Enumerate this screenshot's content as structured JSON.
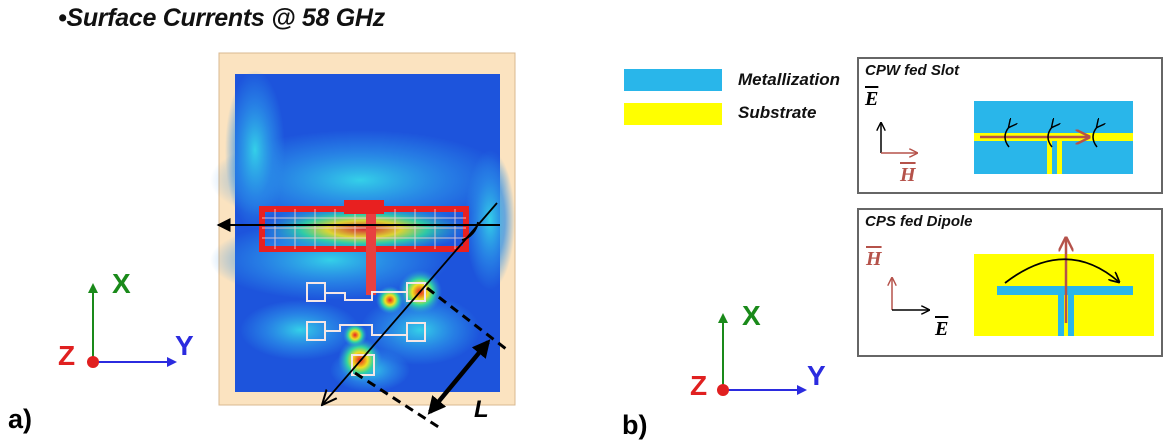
{
  "title": "•Surface Currents @ 58 GHz",
  "panel_a_label": "a)",
  "panel_b_label": "b)",
  "dimension_label": "L",
  "legend": [
    {
      "label": "Metallization",
      "color": "#29b6ea"
    },
    {
      "label": "Substrate",
      "color": "#ffff00"
    }
  ],
  "cpw_box": {
    "title": "CPW fed Slot",
    "e_label": "E",
    "h_label": "H"
  },
  "cps_box": {
    "title": "CPS fed Dipole",
    "h_label": "H",
    "e_label": "E"
  },
  "axes": {
    "x": "X",
    "y": "Y",
    "z": "Z"
  },
  "colors": {
    "x_axis": "#1a8a1a",
    "y_axis": "#2b2bdf",
    "z_axis": "#e02020",
    "substrate_bg": "#fbe3c0",
    "field_low": "#1a4fd8",
    "field_high": "#e82020",
    "h_vector": "#b5524a"
  }
}
